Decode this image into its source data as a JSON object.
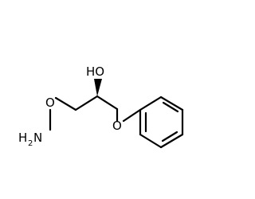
{
  "molecule": {
    "atoms": {
      "hydroxyl": "HO",
      "ether_oxygen": "O",
      "aminooxy_oxygen": "O",
      "amine_h": "H",
      "amine_subscript": "2",
      "amine_n": "N"
    },
    "stereo": "wedge",
    "colors": {
      "bond": "#000000",
      "label": "#000000",
      "background": "#ffffff"
    }
  }
}
